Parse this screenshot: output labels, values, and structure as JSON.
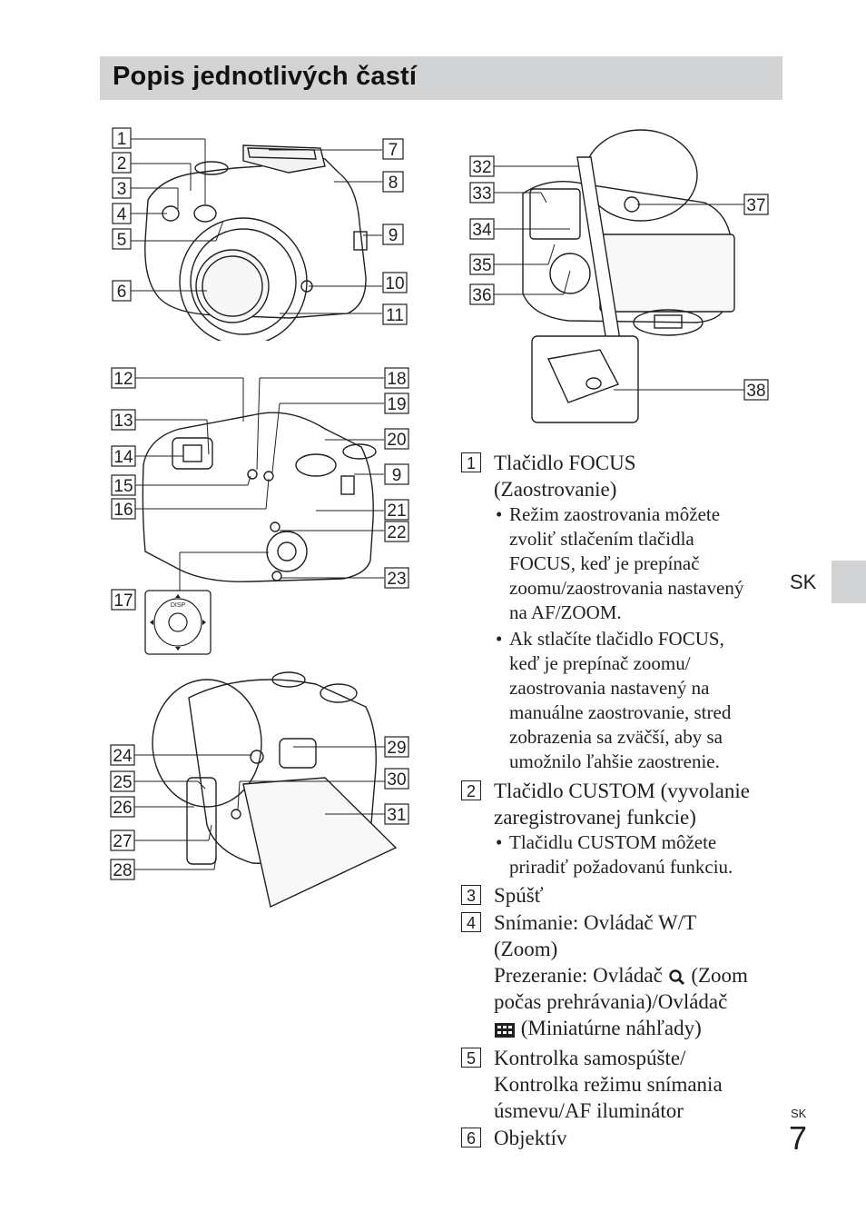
{
  "title": "Popis jednotlivých častí",
  "side_tab": "SK",
  "page": {
    "lang": "SK",
    "number": "7"
  },
  "figures": {
    "front": [
      "1",
      "2",
      "3",
      "4",
      "5",
      "6",
      "7",
      "8",
      "9",
      "10",
      "11"
    ],
    "top": [
      "12",
      "13",
      "14",
      "15",
      "16",
      "17",
      "18",
      "19",
      "20",
      "9",
      "21",
      "22",
      "23"
    ],
    "rear": [
      "24",
      "25",
      "26",
      "27",
      "28",
      "29",
      "30",
      "31"
    ],
    "bottom": [
      "32",
      "33",
      "34",
      "35",
      "36",
      "37",
      "38"
    ],
    "dial": {
      "top": "DISP"
    }
  },
  "entries": [
    {
      "num": "1",
      "lines": [
        "Tlačidlo FOCUS",
        "(Zaostrovanie)"
      ],
      "bullets": [
        [
          "Režim zaostrovania môžete",
          "zvoliť stlačením tlačidla",
          "FOCUS, keď je prepínač",
          "zoomu/zaostrovania nastavený",
          "na AF/ZOOM."
        ],
        [
          "Ak stlačíte tlačidlo FOCUS,",
          "keď je prepínač zoomu/",
          "zaostrovania nastavený na",
          "manuálne zaostrovanie, stred",
          "zobrazenia sa zväčší, aby sa",
          "umožnilo ľahšie zaostrenie."
        ]
      ]
    },
    {
      "num": "2",
      "lines": [
        "Tlačidlo CUSTOM (vyvolanie",
        "zaregistrovanej funkcie)"
      ],
      "bullets": [
        [
          "Tlačidlu CUSTOM môžete",
          "priradiť požadovanú funkciu."
        ]
      ]
    },
    {
      "num": "3",
      "lines": [
        "Spúšť"
      ]
    },
    {
      "num": "4",
      "lines": [
        "Snímanie: Ovládač W/T",
        "(Zoom)"
      ],
      "extra": {
        "l1a": "Prezeranie: Ovládač",
        "l1b": "(Zoom",
        "l2": "počas prehrávania)/Ovládač",
        "l3": "(Miniatúrne náhľady)"
      }
    },
    {
      "num": "5",
      "lines": [
        "Kontrolka samospúšte/",
        "Kontrolka režimu snímania",
        "úsmevu/AF iluminátor"
      ]
    },
    {
      "num": "6",
      "lines": [
        "Objektív"
      ]
    }
  ],
  "icons": [
    "zoom-magnifier-icon",
    "thumbnail-grid-icon"
  ]
}
